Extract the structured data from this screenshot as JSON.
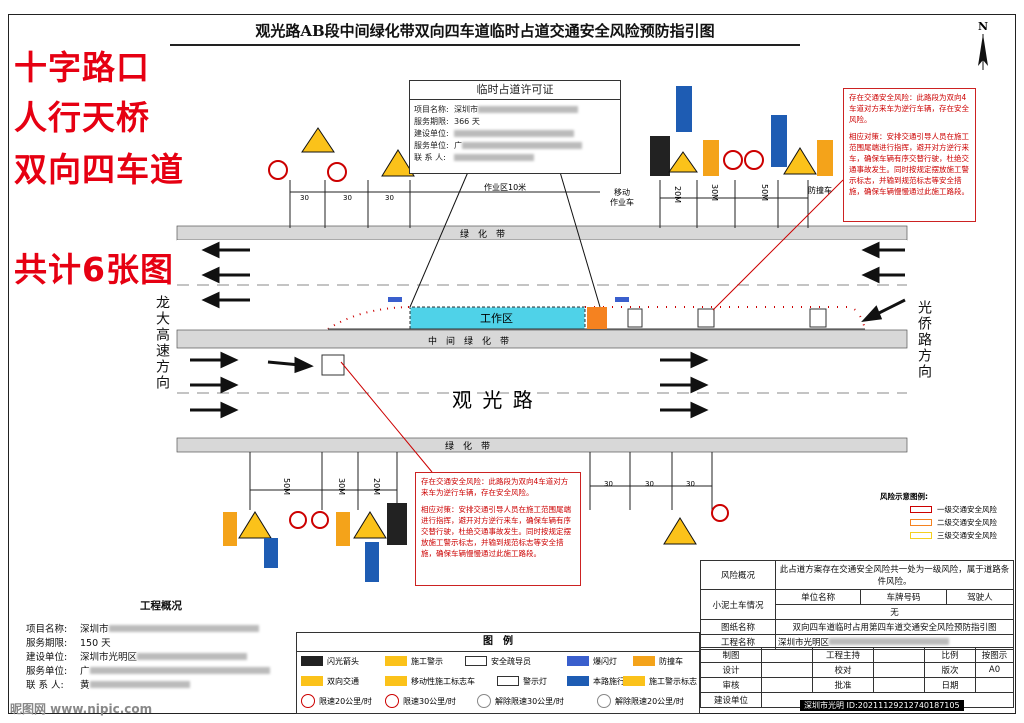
{
  "title": "观光路AB段中间绿化带双向四车道临时占道交通安全风险预防指引图",
  "promo": [
    "十字路口",
    "人行天桥",
    "双向四车道",
    "共计6张图"
  ],
  "north": "N",
  "permit": {
    "heading": "临时占道许可证",
    "rows": [
      {
        "k": "项目名称:",
        "v": "深圳市"
      },
      {
        "k": "服务期限:",
        "v": "366 天"
      },
      {
        "k": "建设单位:",
        "v": ""
      },
      {
        "k": "服务单位:",
        "v": "广"
      },
      {
        "k": "联 系 人:",
        "v": ""
      }
    ]
  },
  "road": {
    "green_top": "绿　化　带",
    "green_mid": "中　间　绿　化　带",
    "green_bot": "绿　化　带",
    "work_zone": "工作区",
    "road_name": "观 光 路",
    "left_dir": "龙大高速方向",
    "right_dir": "光侨路方向",
    "work_len": "作业区10米",
    "mobile": [
      "移动",
      "作业车"
    ],
    "anti": "防撞车",
    "dims_top": [
      "30",
      "30",
      "30",
      "20M",
      "30M",
      "50M"
    ],
    "dims_bot": [
      "50M",
      "30M",
      "20M",
      "30",
      "30",
      "30"
    ]
  },
  "risk_top": {
    "p1": "存在交通安全风险：此路段为双向4车道对方来车为逆行车辆，存在安全风险。",
    "p2": "相应对策：安排交通引导人员在施工范围尾端进行指挥，避开对方逆行来车，确保车辆有序交替行驶，杜绝交通事故发生。同时按规定摆放施工警示标志，并输到规范标志等安全措施，确保车辆慢慢通过此施工路段。"
  },
  "risk_bot": {
    "p1": "存在交通安全风险：此路段为双向4车道对方来车为逆行车辆，存在安全风险。",
    "p2": "相应对策：安排交通引导人员在施工范围尾端进行指挥，避开对方逆行来车，确保车辆有序交替行驶，杜绝交通事故发生。同时按规定摆放施工警示标志，并输到规范标志等安全措施，确保车辆慢慢通过此施工路段。"
  },
  "risk_legend": {
    "title": "风险示意图例:",
    "items": [
      "一级交通安全风险",
      "二级交通安全风险",
      "三级交通安全风险"
    ]
  },
  "project": {
    "heading": "工程概况",
    "rows": [
      {
        "k": "项目名称:",
        "v": "深圳市"
      },
      {
        "k": "服务期限:",
        "v": "150 天"
      },
      {
        "k": "建设单位:",
        "v": "深圳市光明区"
      },
      {
        "k": "服务单位:",
        "v": "广"
      },
      {
        "k": "联 系 人:",
        "v": "黄"
      }
    ]
  },
  "legend": {
    "heading": "图　例",
    "items": [
      "闪光箭头",
      "施工警示",
      "安全疏导员",
      "爆闪灯",
      "防撞车",
      "双向交通",
      "移动性施工标志车",
      "警示灯",
      "本路施行",
      "施工警示标志",
      "限速20公里/时",
      "限速30公里/时",
      "解除限速30公里/时",
      "解除限速20公里/时"
    ]
  },
  "titleblock": {
    "risk_label": "风险概况",
    "risk_text": "此占道方案存在交通安全风险共一处为一级风险，属于道路条件风险。",
    "truck_label": "小泥土车情况",
    "cols": [
      "单位名称",
      "车牌号码",
      "驾驶人"
    ],
    "none": "无",
    "drawing_label": "图纸名称",
    "drawing_name": "双向四车道临时占用第四车道交通安全风险预防指引图",
    "eng_label": "工程名称",
    "eng_name": "深圳市光明区",
    "rows": [
      [
        "制图",
        "",
        "工程主持",
        "",
        "比例",
        "按图示"
      ],
      [
        "设计",
        "",
        "校对",
        "",
        "版次",
        "A0"
      ],
      [
        "审核",
        "",
        "批准",
        "",
        "日期",
        ""
      ],
      [
        "建设单位",
        "",
        "",
        "",
        "",
        ""
      ]
    ]
  },
  "watermark": "昵图网 www.nipic.com",
  "wm_id": "深圳市光明 ID:20211129212740187105"
}
